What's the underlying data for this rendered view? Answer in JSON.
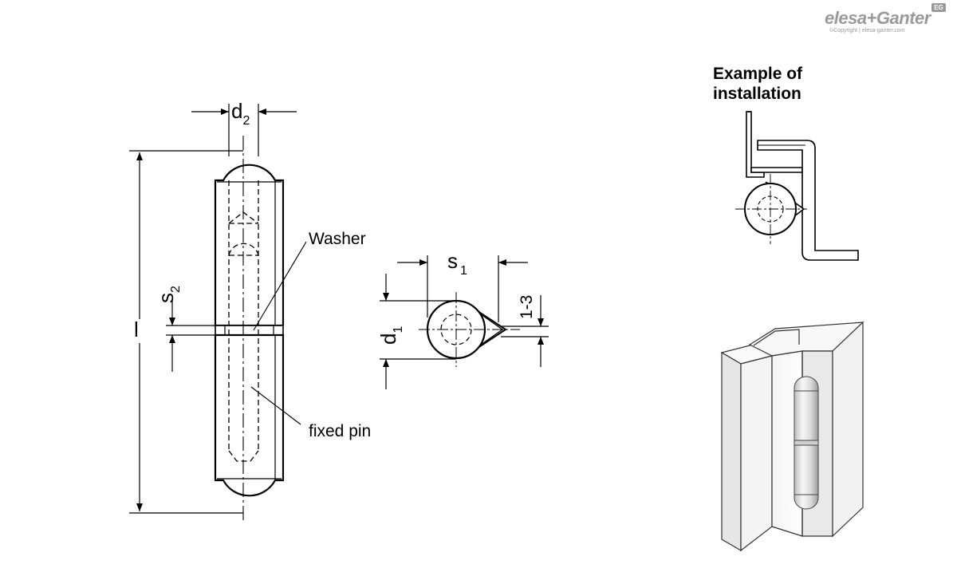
{
  "brand": {
    "logo_text": "elesa+Ganter",
    "copyright": "©Copyright | elesa-ganter.com",
    "tag": "EG"
  },
  "labels": {
    "d2": "d",
    "d2_sub": "2",
    "l": "l",
    "s2": "s",
    "s2_sub": "2",
    "washer": "Washer",
    "fixed_pin": "fixed pin",
    "s1": "s",
    "s1_sub": "1",
    "d1": "d",
    "d1_sub": "1",
    "range": "1-3"
  },
  "installation": {
    "heading_line1": "Example of",
    "heading_line2": "installation"
  }
}
